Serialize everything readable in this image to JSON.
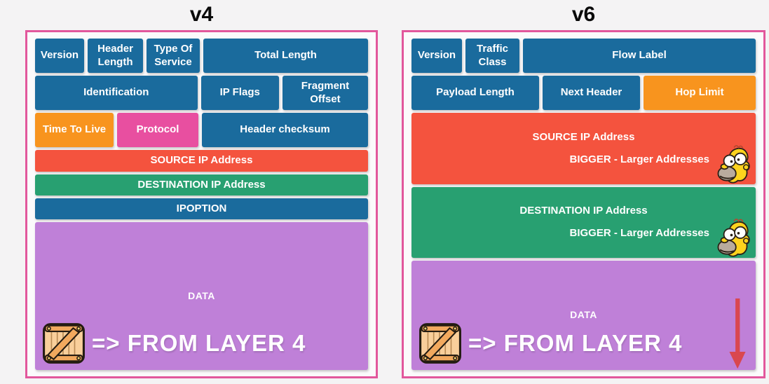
{
  "v4": {
    "title": "v4",
    "cells": {
      "version": "Version",
      "header_length": "Header Length",
      "type_of_service": "Type Of Service",
      "total_length": "Total Length",
      "identification": "Identification",
      "ip_flags": "IP Flags",
      "fragment_offset": "Fragment Offset",
      "ttl": "Time To Live",
      "protocol": "Protocol",
      "header_checksum": "Header checksum",
      "source_ip": "SOURCE IP Address",
      "destination_ip": "DESTINATION IP Address",
      "ipoption": "IPOPTION",
      "data": "DATA",
      "from_layer": "=> FROM LAYER 4"
    }
  },
  "v6": {
    "title": "v6",
    "cells": {
      "version": "Version",
      "traffic_class": "Traffic Class",
      "flow_label": "Flow Label",
      "payload_length": "Payload Length",
      "next_header": "Next Header",
      "hop_limit": "Hop Limit",
      "source_ip": "SOURCE IP Address",
      "destination_ip": "DESTINATION IP Address",
      "bigger_note": "BIGGER - Larger Addresses",
      "data": "DATA",
      "from_layer": "=> FROM LAYER 4"
    }
  },
  "icons": {
    "crate": "wooden-crate-icon",
    "homer": "homer-face-icon",
    "down_arrow": "red-down-arrow-icon"
  },
  "palette": {
    "field_blue": "#1a6b9d",
    "field_orange": "#f8941e",
    "field_pink": "#e84fa0",
    "field_red": "#f4533e",
    "field_green": "#28a071",
    "field_purple": "#bf80d8",
    "panel_border_pink": "#e2579c",
    "arrow_red": "#d9474f",
    "page_background": "#f4f3f4"
  }
}
